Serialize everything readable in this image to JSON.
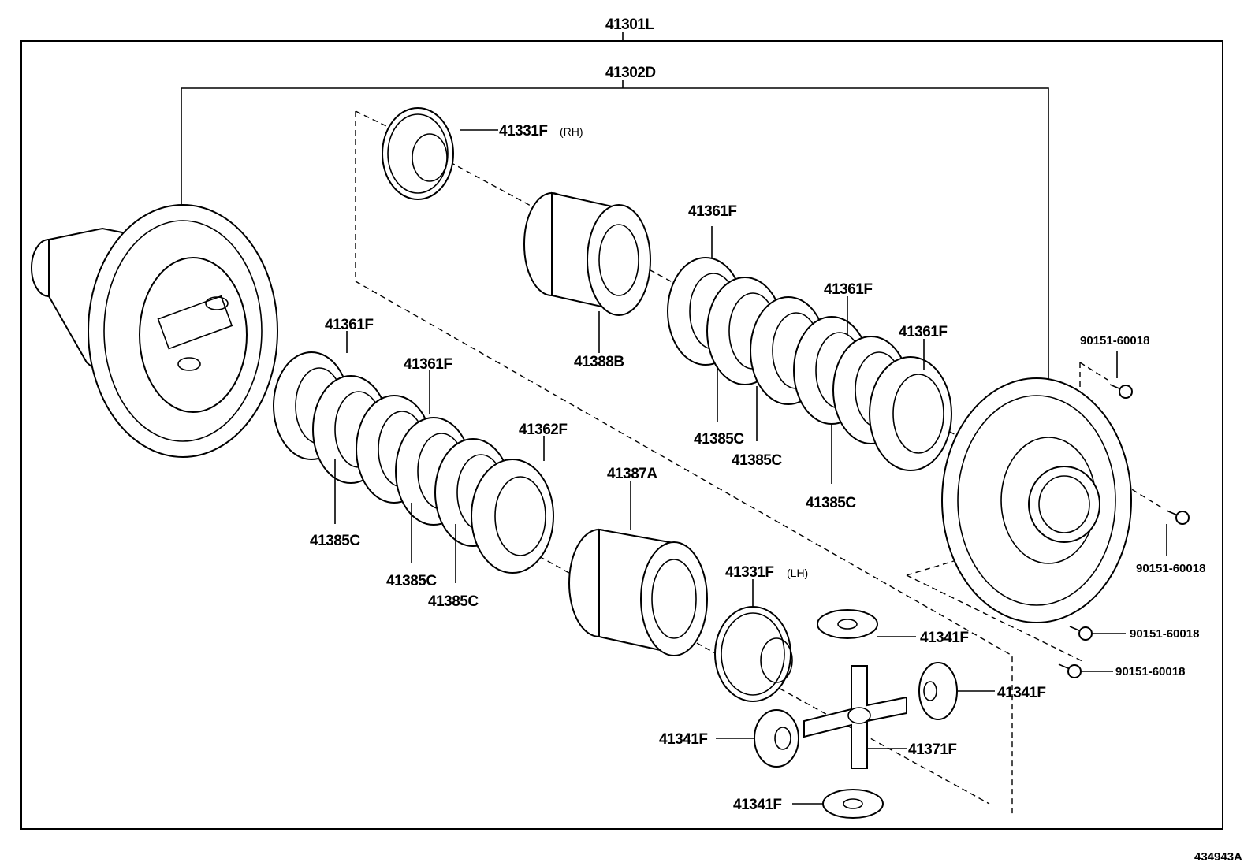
{
  "labels": {
    "assy_outer": "41301L",
    "assy_inner": "41302D",
    "side_gear_rh": "41331F",
    "side_gear_rh_side": "(RH)",
    "side_gear_lh": "41331F",
    "side_gear_lh_side": "(LH)",
    "retainer_upper": "41388B",
    "retainer_lower": "41387A",
    "disc_upper_1": "41361F",
    "disc_upper_2": "41361F",
    "disc_upper_3": "41361F",
    "disc_lower_1": "41361F",
    "disc_lower_2": "41361F",
    "disc_lower_end": "41362F",
    "plate_upper_1": "41385C",
    "plate_upper_2": "41385C",
    "plate_upper_3": "41385C",
    "plate_lower_1": "41385C",
    "plate_lower_2": "41385C",
    "plate_lower_3": "41385C",
    "pinion_top": "41341F",
    "pinion_right": "41341F",
    "pinion_left": "41341F",
    "pinion_bottom": "41341F",
    "spider": "41371F",
    "screw_1": "90151-60018",
    "screw_2": "90151-60018",
    "screw_3": "90151-60018",
    "screw_4": "90151-60018"
  },
  "figure_ref": "434943A"
}
